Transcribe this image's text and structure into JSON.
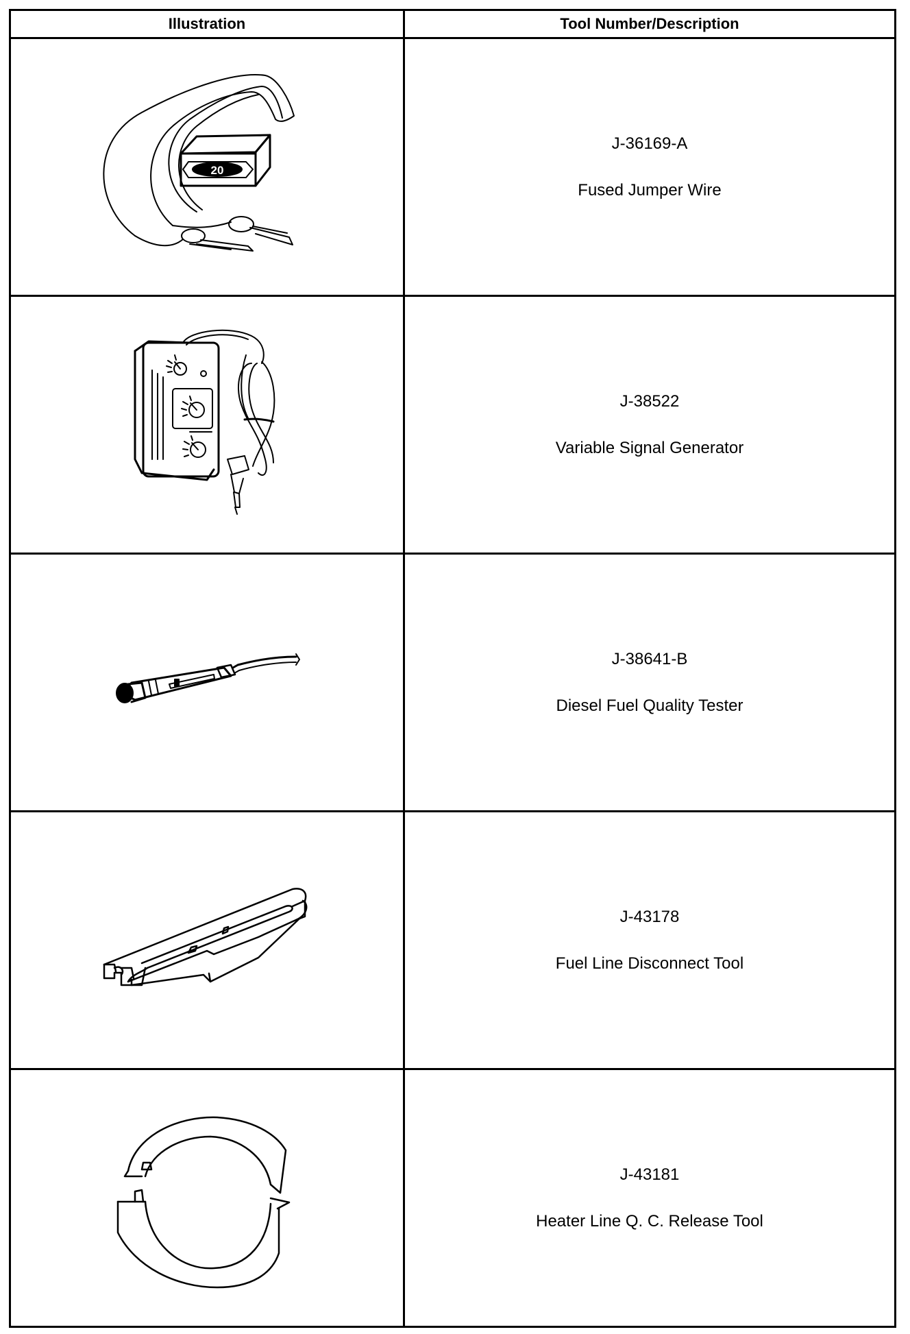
{
  "header": {
    "illustration": "Illustration",
    "tool": "Tool Number/Description"
  },
  "rows": [
    {
      "number": "J-36169-A",
      "name": "Fused Jumper Wire",
      "fuse_label": "20",
      "icon": "fused-jumper-wire-icon"
    },
    {
      "number": "J-38522",
      "name": "Variable Signal Generator",
      "icon": "signal-generator-icon"
    },
    {
      "number": "J-38641-B",
      "name": "Diesel Fuel Quality Tester",
      "icon": "fuel-quality-tester-icon"
    },
    {
      "number": "J-43178",
      "name": "Fuel Line Disconnect Tool",
      "icon": "fuel-line-disconnect-tool-icon"
    },
    {
      "number": "J-43181",
      "name": "Heater Line Q. C. Release Tool",
      "icon": "release-tool-icon"
    }
  ]
}
